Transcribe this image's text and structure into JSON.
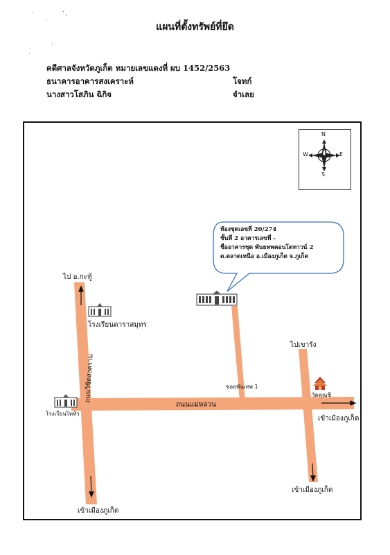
{
  "header": {
    "title": "แผนที่ตั้งทรัพย์ที่ยึด",
    "case_line": "คดีศาลจังหวัดภูเก็ต หมายเลขแดงที่ ผบ 1452/2563",
    "plaintiff_name": "ธนาคารอาคารสงเคราะห์",
    "plaintiff_role": "โจทก์",
    "defendant_name": "นางสาวโสภิน ฉิกิจ",
    "defendant_role": "จำเลย"
  },
  "compass": {
    "n": "N",
    "s": "S",
    "e": "E",
    "w": "W"
  },
  "callout": {
    "line1": "ห้องชุดเลขที่ 20/274",
    "line2": "ชั้นที่ 2 อาคารเลขที่ -",
    "line3": "ชื่ออาคารชุด พันธทพคอนโดทาวน์ 2",
    "line4": "ต.ตลาดเหนือ อ.เมืองภูเก็ต จ.ภูเก็ต"
  },
  "labels": {
    "to_kathu": "ไป อ.กะทู้",
    "school_darasamut": "โรงเรียนดาราสมุทร",
    "school_left": "โรงเรียนไทหัว",
    "left_road": "ถนนวิชิตสงคราม",
    "main_road": "ถนนแม่หลวน",
    "soi": "ซอยพันเทพ 1",
    "to_khao_rang": "ไปเขารัง",
    "temple": "วัดคุณชี",
    "to_phuket_right": "เข้าเมืองภูเก็ต",
    "to_phuket_bottom_right": "เข้าเมืองภูเก็ต",
    "to_phuket_bottom_left": "เข้าเมืองภูเก็ต"
  },
  "colors": {
    "road": "#f5a57a",
    "callout_border": "#3b6fbf"
  }
}
